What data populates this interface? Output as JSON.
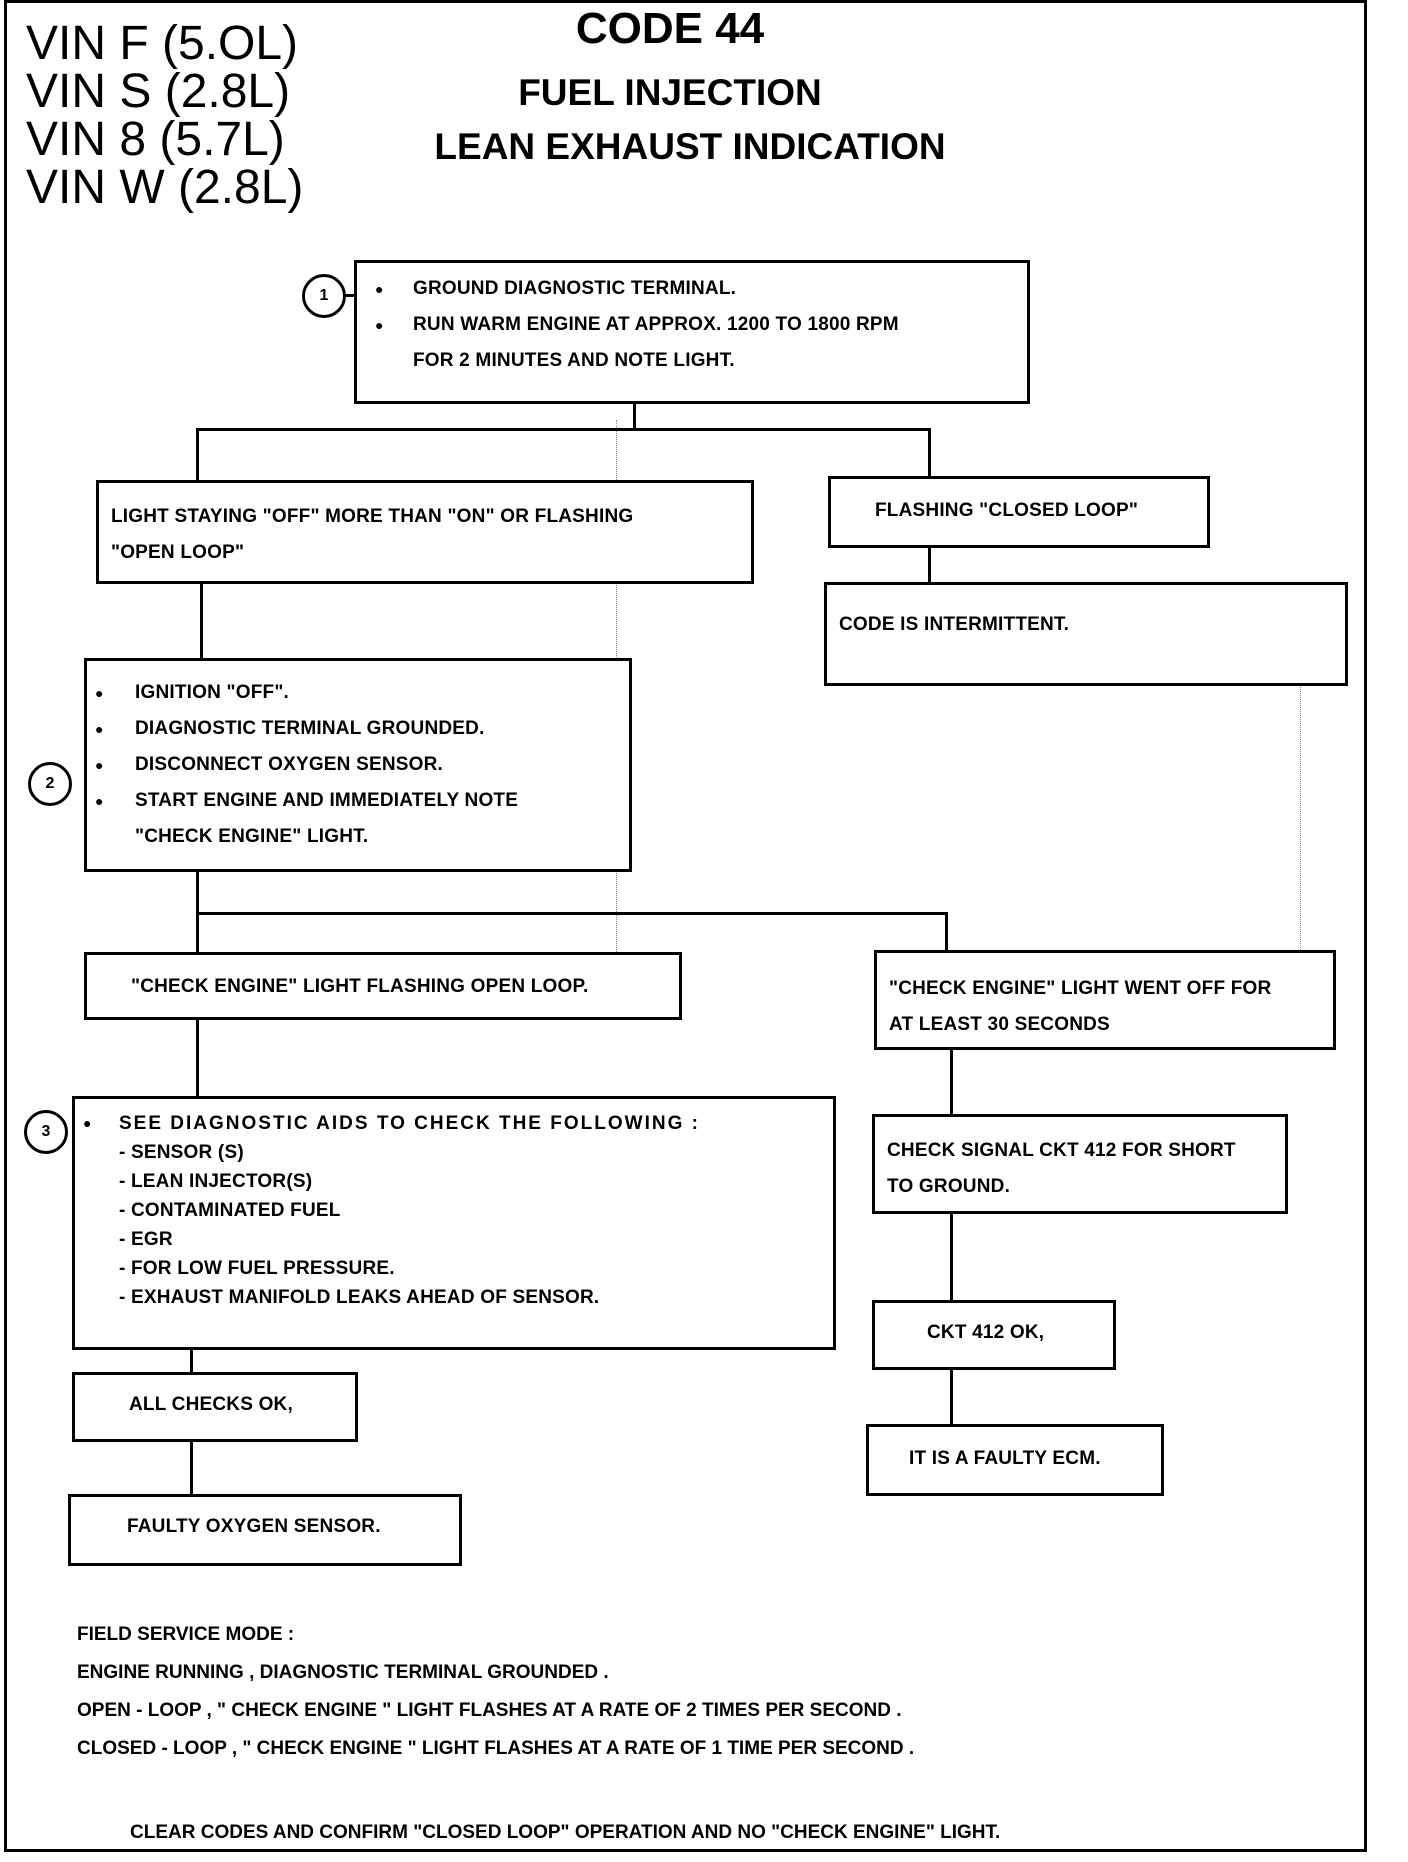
{
  "vin_list": [
    "VIN F (5.OL)",
    "VIN S (2.8L)",
    "VIN 8 (5.7L)",
    "VIN W (2.8L)"
  ],
  "header": {
    "code": "CODE 44",
    "system": "FUEL INJECTION",
    "condition": "LEAN EXHAUST INDICATION"
  },
  "markers": {
    "m1": "1",
    "m2": "2",
    "m3": "3"
  },
  "steps": {
    "step1": {
      "bullets": [
        "GROUND DIAGNOSTIC TERMINAL.",
        "RUN WARM ENGINE AT APPROX. 1200 TO 1800 RPM"
      ],
      "continuation": "FOR 2 MINUTES AND NOTE LIGHT."
    },
    "light_off": {
      "line1": "LIGHT STAYING \"OFF\" MORE THAN \"ON\" OR FLASHING",
      "line2": "\"OPEN LOOP\""
    },
    "closed_loop": {
      "text": "FLASHING \"CLOSED LOOP\""
    },
    "intermittent": {
      "text": "CODE IS INTERMITTENT."
    },
    "step2": {
      "bullets": [
        "IGNITION \"OFF\".",
        "DIAGNOSTIC TERMINAL GROUNDED.",
        "DISCONNECT OXYGEN SENSOR.",
        "START ENGINE AND IMMEDIATELY NOTE"
      ],
      "continuation": "\"CHECK ENGINE\" LIGHT."
    },
    "open_loop_flash": {
      "text": "\"CHECK ENGINE\" LIGHT FLASHING OPEN LOOP."
    },
    "went_off": {
      "line1": "\"CHECK ENGINE\" LIGHT WENT OFF FOR",
      "line2": "AT LEAST 30 SECONDS"
    },
    "step3": {
      "bullet": "SEE DIAGNOSTIC AIDS TO CHECK THE FOLLOWING :",
      "items": [
        "- SENSOR (S)",
        "- LEAN INJECTOR(S)",
        "- CONTAMINATED FUEL",
        "- EGR",
        "- FOR LOW FUEL PRESSURE.",
        "- EXHAUST MANIFOLD LEAKS AHEAD OF SENSOR."
      ]
    },
    "check_ckt": {
      "line1": "CHECK SIGNAL CKT 412 FOR SHORT",
      "line2": "TO GROUND."
    },
    "ckt_ok": {
      "text": "CKT 412 OK,"
    },
    "faulty_ecm": {
      "text": "IT IS A FAULTY ECM."
    },
    "all_ok": {
      "text": "ALL CHECKS OK,"
    },
    "faulty_o2": {
      "text": "FAULTY OXYGEN SENSOR."
    }
  },
  "field_service": {
    "heading": "FIELD SERVICE MODE :",
    "line1": "ENGINE RUNNING , DIAGNOSTIC TERMINAL GROUNDED .",
    "line2": "OPEN - LOOP , \" CHECK ENGINE \" LIGHT FLASHES AT A RATE OF 2 TIMES PER SECOND .",
    "line3": "CLOSED - LOOP , \" CHECK ENGINE \" LIGHT FLASHES AT A RATE OF 1 TIME PER SECOND ."
  },
  "footer": "CLEAR CODES AND CONFIRM \"CLOSED LOOP\" OPERATION AND NO \"CHECK ENGINE\" LIGHT."
}
